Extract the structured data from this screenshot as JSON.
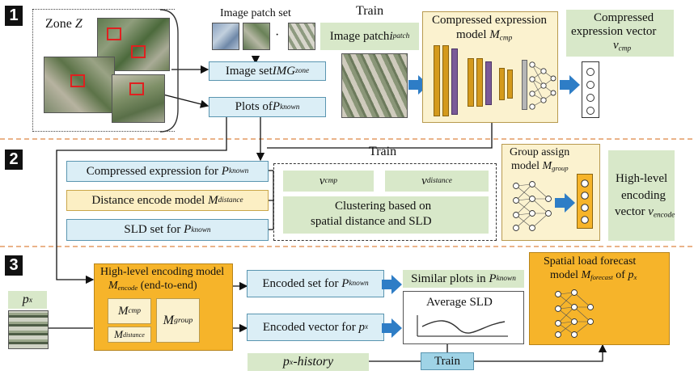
{
  "colors": {
    "accent_blue": "#2e7dc6",
    "box_light_blue": "#dbeef6",
    "box_green": "#d8e8c9",
    "box_orange": "#f6b42a",
    "box_light_yellow": "#fbf2cf",
    "layer_gold": "#d49a1c",
    "layer_purple": "#7a5a98",
    "divider_orange": "#e39a62"
  },
  "sections": {
    "s1": "1",
    "s2": "2",
    "s3": "3"
  },
  "stage1": {
    "zone_label": "Zone",
    "zone_var": "Z",
    "patch_set_label": "Image patch set",
    "patch_set_dot": "·",
    "image_set_prefix": "Image set ",
    "image_set_var": "IMG",
    "image_set_sub": "zone",
    "plots_prefix": "Plots of ",
    "plots_var": "P",
    "plots_sub": "known",
    "train_label": "Train",
    "image_patch_prefix": "Image patch ",
    "image_patch_var": "i",
    "image_patch_sub": "patch",
    "cmp_model_line1": "Compressed expression",
    "cmp_model_prefix": "model ",
    "cmp_model_var": "M",
    "cmp_model_sub": "cmp",
    "cmp_vector_line1": "Compressed",
    "cmp_vector_line2": "expression vector",
    "cmp_vector_var": "v",
    "cmp_vector_sub": "cmp"
  },
  "stage2": {
    "train_label": "Train",
    "cmp_expr_prefix": "Compressed expression for ",
    "cmp_expr_var": "P",
    "cmp_expr_sub": "known",
    "dist_prefix": "Distance encode model ",
    "dist_var": "M",
    "dist_sub": "distance",
    "sld_prefix": "SLD set for ",
    "sld_var": "P",
    "sld_sub": "known",
    "v_cmp_var": "v",
    "v_cmp_sub": "cmp",
    "v_dist_var": "v",
    "v_dist_sub": "distance",
    "cluster_line1": "Clustering based on",
    "cluster_line2": "spatial distance and  SLD",
    "group_line1": "Group assign",
    "group_prefix": "model ",
    "group_var": "M",
    "group_sub": "group",
    "highlevel_line1": "High-level",
    "highlevel_line2": "encoding",
    "highlevel_line3": "vector ",
    "highlevel_var": "v",
    "highlevel_sub": "encode"
  },
  "stage3": {
    "px_var": "p",
    "px_sub": "x",
    "hl_model_line1": "High-level encoding model",
    "hl_model_var": "M",
    "hl_model_sub": "encode",
    "hl_model_suffix": " (end-to-end)",
    "m_cmp_var": "M",
    "m_cmp_sub": "cmp",
    "m_dist_var": "M",
    "m_dist_sub": "distance",
    "m_group_var": "M",
    "m_group_sub": "group",
    "encoded_set_prefix": "Encoded set for ",
    "encoded_set_var": "P",
    "encoded_set_sub": "known",
    "encoded_vec_prefix": "Encoded vector for ",
    "encoded_vec_var": "p",
    "encoded_vec_sub": "x",
    "similar_prefix": "Similar plots in ",
    "similar_var": "P",
    "similar_sub": "known",
    "avg_sld": "Average SLD",
    "forecast_line1": "Spatial load forecast",
    "forecast_prefix": "model ",
    "forecast_var": "M",
    "forecast_sub": "forecast",
    "forecast_of": " of ",
    "forecast_px_var": "p",
    "forecast_px_sub": "x",
    "history_var": "p",
    "history_sub": "x",
    "history_suffix": "-history",
    "train_label": "Train"
  }
}
